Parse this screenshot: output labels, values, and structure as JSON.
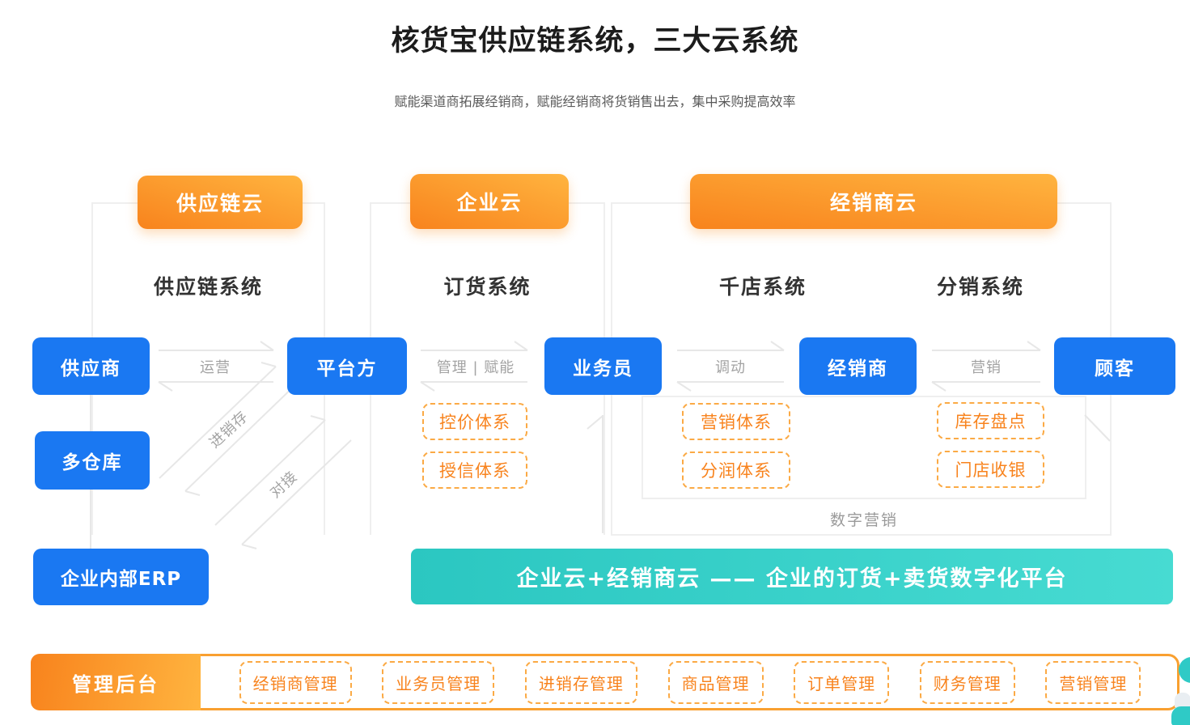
{
  "header": {
    "title": "核货宝供应链系统，三大云系统",
    "subtitle": "赋能渠道商拓展经销商，赋能经销商将货销售出去，集中采购提高效率"
  },
  "clouds": {
    "supply_tab": "供应链云",
    "supply_system": "供应链系统",
    "enterprise_tab": "企业云",
    "enterprise_system": "订货系统",
    "dealer_tab": "经销商云",
    "dealer_system_left": "千店系统",
    "dealer_system_right": "分销系统"
  },
  "nodes": {
    "supplier": "供应商",
    "platform": "平台方",
    "salesman": "业务员",
    "dealer": "经销商",
    "customer": "顾客",
    "warehouse": "多仓库",
    "erp": "企业内部ERP"
  },
  "flow_labels": {
    "operation": "运营",
    "manage_empower": "管理 | 赋能",
    "dispatch": "调动",
    "marketing": "营销",
    "purchase_sale_stock": "进销存",
    "integration": "对接"
  },
  "features": {
    "price_control": "控价体系",
    "credit": "授信体系",
    "marketing_system": "营销体系",
    "profit_sharing": "分润体系",
    "stock_check": "库存盘点",
    "store_cashier": "门店收银",
    "digital_marketing": "数字营销"
  },
  "banner": {
    "text": "企业云+经销商云 —— 企业的订货+卖货数字化平台"
  },
  "admin_bar": {
    "title": "管理后台",
    "items": [
      "经销商管理",
      "业务员管理",
      "进销存管理",
      "商品管理",
      "订单管理",
      "财务管理",
      "营销管理"
    ]
  },
  "colors": {
    "node_blue": "#1a78f2",
    "orange_deep": "#f8831d",
    "orange_light": "#ffb43f",
    "dashed_border": "#fbaa45",
    "teal_start": "#2bc7c1",
    "teal_end": "#47dbd2",
    "line_gray": "#e7e7e7",
    "label_gray": "#a3a3a3"
  }
}
